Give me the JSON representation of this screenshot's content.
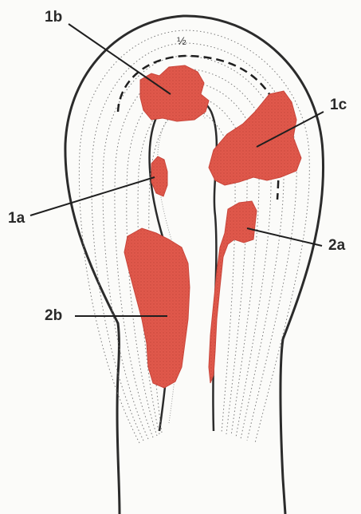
{
  "labels": {
    "l1a": "1a",
    "l1b": "1b",
    "l1c": "1c",
    "l2a": "2a",
    "l2b": "2b",
    "half": "½"
  },
  "colors": {
    "outline": "#2b2b2b",
    "hatch": "#7a7a7a",
    "lesion": "#e0584b",
    "lesion_stipple": "#b23a30",
    "leader": "#1f1f1f"
  },
  "icons": {
    "lesion_marker": "stippled-red-patch"
  }
}
